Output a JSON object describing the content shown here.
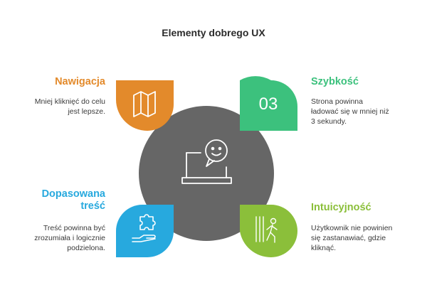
{
  "title": "Elementy dobrego UX",
  "items": [
    {
      "heading": "Nawigacja",
      "lines": [
        "Mniej kliknięć do celu",
        "jest lepsze."
      ],
      "color": "#E38A2B",
      "icon": "map-icon"
    },
    {
      "heading": "Szybkość",
      "lines": [
        "Strona powinna",
        "ładować się w mniej niż",
        "3 sekundy."
      ],
      "color": "#3CC17D",
      "icon_text": "03"
    },
    {
      "heading_lines": [
        "Dopasowana",
        "treść"
      ],
      "lines": [
        "Treść powinna być",
        "zrozumiała i logicznie",
        "podzielona."
      ],
      "color": "#27A9DE",
      "icon": "puzzle-hand-icon"
    },
    {
      "heading": "Intuicyjność",
      "lines": [
        "Użytkownik nie powinien",
        "się zastanawiać, gdzie",
        "kliknąć."
      ],
      "color": "#8BBF3A",
      "icon": "walking-person-icon"
    }
  ],
  "center_icon": "laptop-chat-icon",
  "colors": {
    "center": "#666666",
    "text": "#3a3a3a"
  }
}
